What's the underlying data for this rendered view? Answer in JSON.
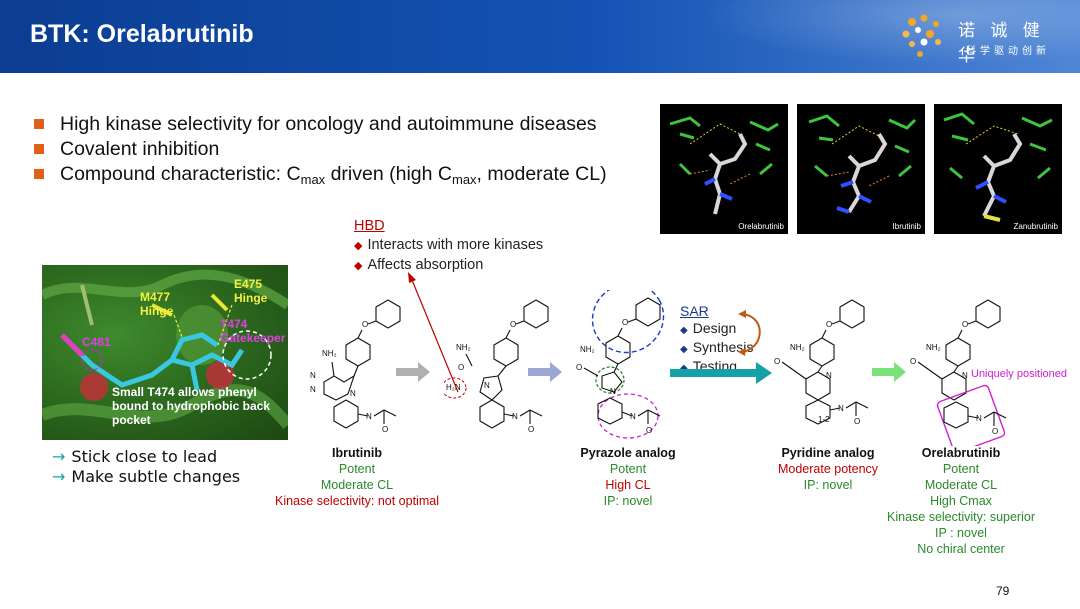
{
  "header": {
    "title": "BTK: Orelabrutinib",
    "brand": "诺 诚 健 华",
    "slogan": "科学驱动创新"
  },
  "bullets": [
    {
      "text": "High kinase selectivity for oncology and autoimmune diseases"
    },
    {
      "text": "Covalent inhibition"
    },
    {
      "pre": "Compound characteristic: C",
      "sub1": "max",
      "mid": " driven (high C",
      "sub2": "max",
      "post": ", moderate CL)"
    }
  ],
  "docking": [
    {
      "label": "Orelabrutinib"
    },
    {
      "label": "Ibrutinib"
    },
    {
      "label": "Zanubrutinib"
    }
  ],
  "hbd": {
    "heading": "HBD",
    "items": [
      "Interacts with more kinases",
      "Affects absorption"
    ]
  },
  "sar": {
    "heading": "SAR",
    "items": [
      "Design",
      "Synthesis",
      "Testing"
    ]
  },
  "protein": {
    "labels": {
      "m477": "M477",
      "hinge1": "Hinge",
      "e475": "E475",
      "hinge2": "Hinge",
      "t474": "T474",
      "gatekeeper": "Gatekeeper",
      "c481": "C481",
      "note": "Small T474 allows phenyl bound to hydrophobic back pocket"
    }
  },
  "notes": [
    "Stick close to lead",
    "Make subtle changes"
  ],
  "compounds": [
    {
      "name": "Ibrutinib",
      "lines": [
        {
          "text": "Potent",
          "tone": "g"
        },
        {
          "text": "Moderate CL",
          "tone": "g"
        },
        {
          "text": "Kinase selectivity: not optimal",
          "tone": "r"
        }
      ]
    },
    {
      "name": "Pyrazole analog",
      "lines": [
        {
          "text": "Potent",
          "tone": "g"
        },
        {
          "text": "High CL",
          "tone": "r"
        },
        {
          "text": "IP: novel",
          "tone": "g"
        }
      ]
    },
    {
      "name": "Pyridine analog",
      "lines": [
        {
          "text": "Moderate potency",
          "tone": "r"
        },
        {
          "text": "IP: novel",
          "tone": "g"
        }
      ]
    },
    {
      "name": "Orelabrutinib",
      "lines": [
        {
          "text": "Potent",
          "tone": "g"
        },
        {
          "text": "Moderate CL",
          "tone": "g"
        },
        {
          "text": "High Cmax",
          "tone": "g"
        },
        {
          "text": "Kinase selectivity: superior",
          "tone": "g"
        },
        {
          "text": "IP : novel",
          "tone": "g"
        },
        {
          "text": "No chiral center",
          "tone": "g"
        }
      ]
    }
  ],
  "structure_labels": {
    "nh2": "NH₂",
    "h2n": "H₂N",
    "o": "O",
    "n": "N",
    "range": "1-2"
  },
  "unique": "Uniquely positioned",
  "page_number": "79",
  "colors": {
    "header_blue": "#1453b4",
    "bullet_orange": "#e0601a",
    "good_green": "#2a8a2a",
    "bad_red": "#c00000",
    "magenta": "#d01fd0",
    "teal": "#1aa0a8"
  }
}
